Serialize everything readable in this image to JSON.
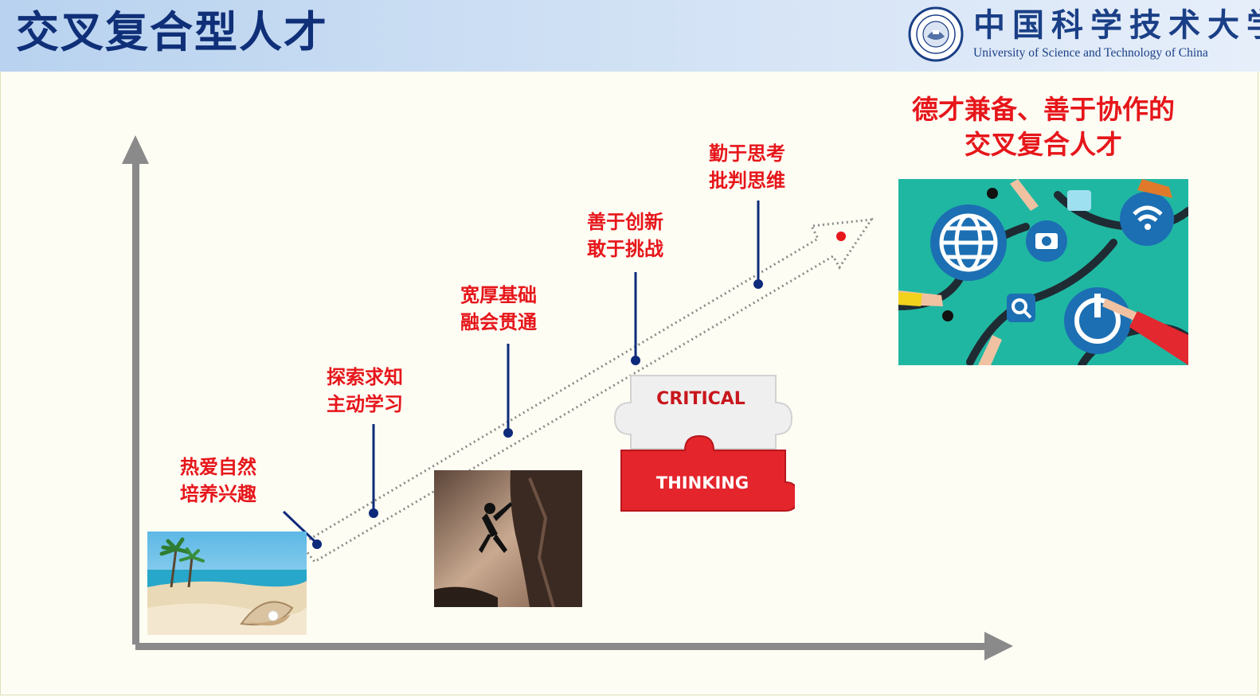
{
  "header": {
    "title": "交叉复合型人才",
    "logo_cn": "中国科学技术大学",
    "logo_en": "University of Science and Technology of China"
  },
  "stages": [
    {
      "line1": "热爱自然",
      "line2": "培养兴趣"
    },
    {
      "line1": "探索求知",
      "line2": "主动学习"
    },
    {
      "line1": "宽厚基础",
      "line2": "融会贯通"
    },
    {
      "line1": "善于创新",
      "line2": "敢于挑战"
    },
    {
      "line1": "勤于思考",
      "line2": "批判思维"
    }
  ],
  "goal": {
    "line1": "德才兼备、善于协作的",
    "line2": "交叉复合人才"
  },
  "puzzle": {
    "top_text": "CRITICAL",
    "bottom_text": "THINKING"
  },
  "colors": {
    "accent_red": "#e6161b",
    "title_blue": "#0f2f78",
    "marker_blue": "#0e2a7a",
    "axis_gray": "#8a8a8a"
  }
}
